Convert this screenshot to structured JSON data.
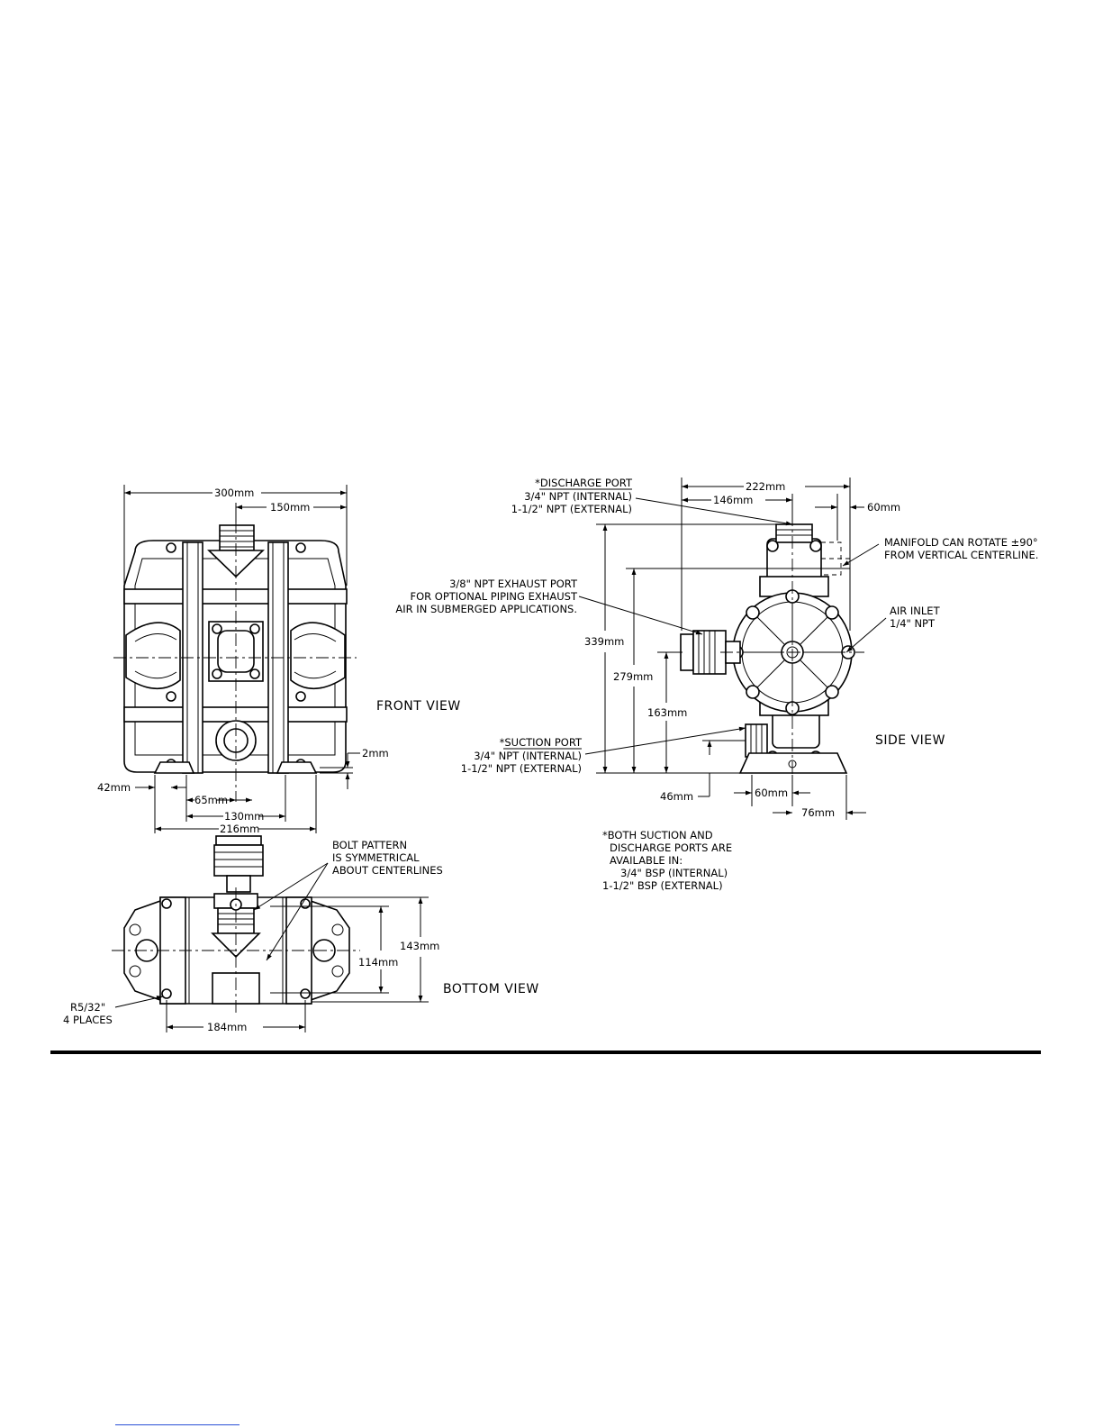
{
  "views": {
    "front": "FRONT VIEW",
    "side": "SIDE VIEW",
    "bottom": "BOTTOM VIEW"
  },
  "front_dims": {
    "overall_width": "300mm",
    "half_width": "150mm",
    "base_offset": "42mm",
    "bolt_half": "65mm",
    "bolt_spacing": "130mm",
    "base_width": "216mm",
    "foot_thickness": "2mm"
  },
  "side_dims": {
    "overall_width": "222mm",
    "port_offset": "146mm",
    "manifold_offset": "60mm",
    "overall_height": "339mm",
    "discharge_height": "279mm",
    "exhaust_height": "163mm",
    "suction_height": "46mm",
    "base_depth": "60mm",
    "base_rear": "76mm"
  },
  "bottom_dims": {
    "outer_bolt": "143mm",
    "inner_bolt": "114mm",
    "bolt_width": "184mm"
  },
  "notes": {
    "discharge_title": "*DISCHARGE PORT",
    "discharge_l1": "3/4\" NPT (INTERNAL)",
    "discharge_l2": "1-1/2\" NPT (EXTERNAL)",
    "manifold_l1": "MANIFOLD CAN ROTATE ±90°",
    "manifold_l2": "FROM VERTICAL CENTERLINE.",
    "exhaust_l1": "3/8\" NPT EXHAUST PORT",
    "exhaust_l2": "FOR OPTIONAL PIPING EXHAUST",
    "exhaust_l3": "AIR IN SUBMERGED APPLICATIONS.",
    "air_l1": "AIR INLET",
    "air_l2": "1/4\" NPT",
    "suction_title": "*SUCTION PORT",
    "suction_l1": "3/4\" NPT (INTERNAL)",
    "suction_l2": "1-1/2\" NPT (EXTERNAL)",
    "bolt_l1": "BOLT PATTERN",
    "bolt_l2": "IS SYMMETRICAL",
    "bolt_l3": "ABOUT CENTERLINES",
    "radius_l1": "R5/32\"",
    "radius_l2": "4 PLACES",
    "both_l1": "*BOTH SUCTION AND",
    "both_l2": "DISCHARGE PORTS ARE",
    "both_l3": "AVAILABLE IN:",
    "both_l4": "3/4\" BSP (INTERNAL)",
    "both_l5": "1-1/2\" BSP (EXTERNAL)"
  }
}
